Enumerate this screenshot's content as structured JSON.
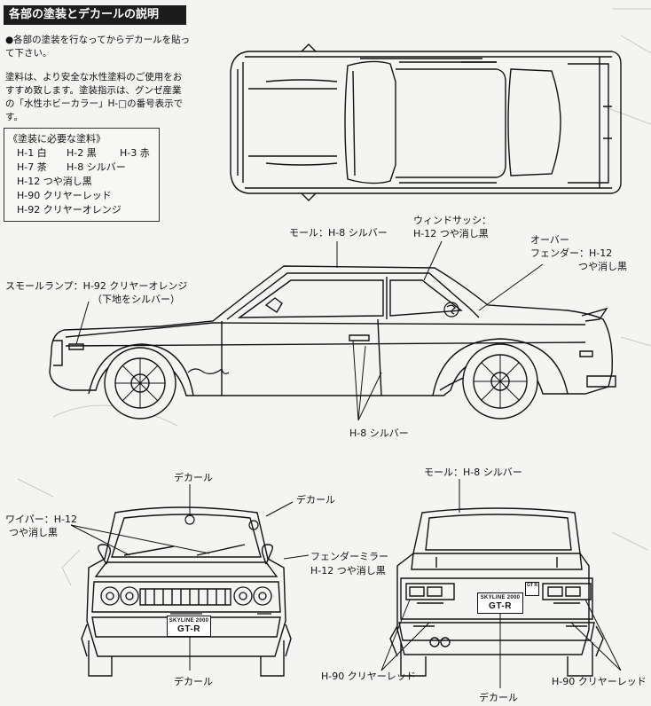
{
  "header": {
    "title": "各部の塗装とデカールの説明"
  },
  "intro": {
    "line1a": "●各部の塗装を行なってからデカールを貼っ",
    "line1b": "て下さい。",
    "line2a": "塗料は、より安全な水性塗料のご使用をお",
    "line2b": "すすめ致します。塗装指示は、グンゼ産業",
    "line2c": "の「水性ホビーカラー」H-□の番号表示で",
    "line2d": "す。"
  },
  "paint_list": {
    "title": "《塗装に必要な塗料》",
    "rows": [
      [
        "H-1 白",
        "H-2 黒",
        "H-3 赤"
      ],
      [
        "H-7 茶",
        "H-8 シルバー",
        ""
      ],
      [
        "H-12 つや消し黒",
        "",
        ""
      ],
      [
        "H-90 クリヤーレッド",
        "",
        ""
      ],
      [
        "H-92 クリヤーオレンジ",
        "",
        ""
      ]
    ]
  },
  "callouts": {
    "side_molding": "モール：H-8 シルバー",
    "window_sash_1": "ウィンドサッシ：",
    "window_sash_2": "H-12 つや消し黒",
    "over_fender_1": "オーバー",
    "over_fender_2": "フェンダー：H-12",
    "over_fender_3": "つや消し黒",
    "small_lamp_1": "スモールランプ：H-92 クリヤーオレンジ",
    "small_lamp_2": "（下地をシルバー）",
    "side_silver": "H-8 シルバー",
    "front_decal_top": "デカール",
    "front_decal_right": "デカール",
    "wiper_1": "ワイパー：H-12",
    "wiper_2": "つや消し黒",
    "fender_mirror_1": "フェンダーミラー",
    "fender_mirror_2": "H-12 つや消し黒",
    "front_decal_bottom": "デカール",
    "rear_molding": "モール：H-8 シルバー",
    "rear_red_left": "H-90 クリヤーレッド",
    "rear_red_right": "H-90 クリヤーレッド",
    "rear_decal_bottom": "デカール"
  },
  "plates": {
    "front_small": "SKYLINE 2000",
    "front_large": "GT-R",
    "rear_small": "SKYLINE 2000",
    "rear_large": "GT-R",
    "rear_badge": "GT R"
  },
  "colors": {
    "ink": "#111111",
    "paper": "#f4f4f2",
    "header_bg": "#1c1c1c"
  }
}
